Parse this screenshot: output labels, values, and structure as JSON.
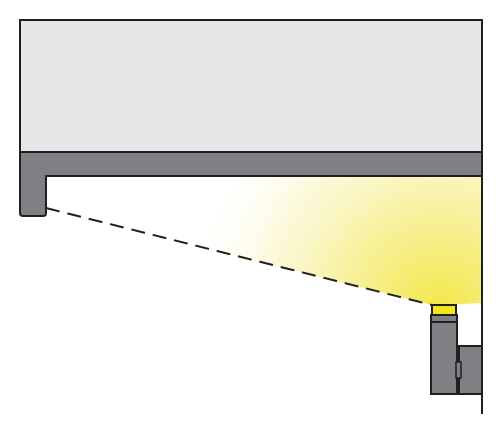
{
  "diagram": {
    "kind": "cove-lighting-section-detail",
    "colors": {
      "background": "#ffffff",
      "ceiling_fill": "#e6e7e9",
      "soffit_fill": "#7f8083",
      "outline": "#1f1f1f",
      "light_glow": "#f2e650",
      "light_source": "#f4e51b",
      "fixture_fill": "#7f8083"
    },
    "elements": {
      "ceiling_panel": "ceiling",
      "soffit_return": "soffit",
      "light_beam": "light-beam",
      "beam_edge": "dashed-cutoff-line",
      "led_strip": "light-source",
      "fixture_body": "fixture",
      "wall_section": "wall"
    }
  }
}
